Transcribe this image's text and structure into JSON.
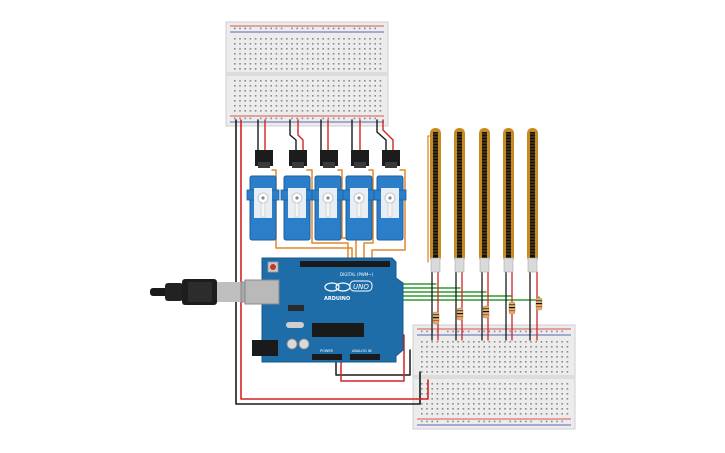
{
  "board": {
    "brand": "ARDUINO",
    "model": "UNO",
    "digital_label": "DIGITAL (PWM~)",
    "power_label": "POWER",
    "analog_label": "ANALOG IN"
  },
  "components": {
    "servos": [
      {
        "name": "servo-1"
      },
      {
        "name": "servo-2"
      },
      {
        "name": "servo-3"
      },
      {
        "name": "servo-4"
      },
      {
        "name": "servo-5"
      }
    ],
    "flex_sensors": [
      {
        "name": "flex-1"
      },
      {
        "name": "flex-2"
      },
      {
        "name": "flex-3"
      },
      {
        "name": "flex-4"
      },
      {
        "name": "flex-5"
      }
    ],
    "resistors": [
      {
        "name": "resistor-1"
      },
      {
        "name": "resistor-2"
      },
      {
        "name": "resistor-3"
      },
      {
        "name": "resistor-4"
      },
      {
        "name": "resistor-5"
      }
    ],
    "breadboards": [
      "top-breadboard",
      "bottom-breadboard"
    ],
    "usb_cable": "usb-cable"
  },
  "colors": {
    "background": "#ffffff",
    "breadboard": "#ececec",
    "breadboard_hole": "#8a8a8a",
    "rail_red": "#d42020",
    "rail_blue": "#2a3b9a",
    "arduino_blue": "#1f6da8",
    "servo_blue": "#2b7ec9",
    "servo_driver": "#1c1c1c",
    "flex_sensor": "#c88a22",
    "wire_orange": "#e0882b",
    "wire_green": "#2f9a2f",
    "wire_red": "#d22424",
    "wire_black": "#1a1a1a",
    "resistor_body": "#d9b37a"
  }
}
